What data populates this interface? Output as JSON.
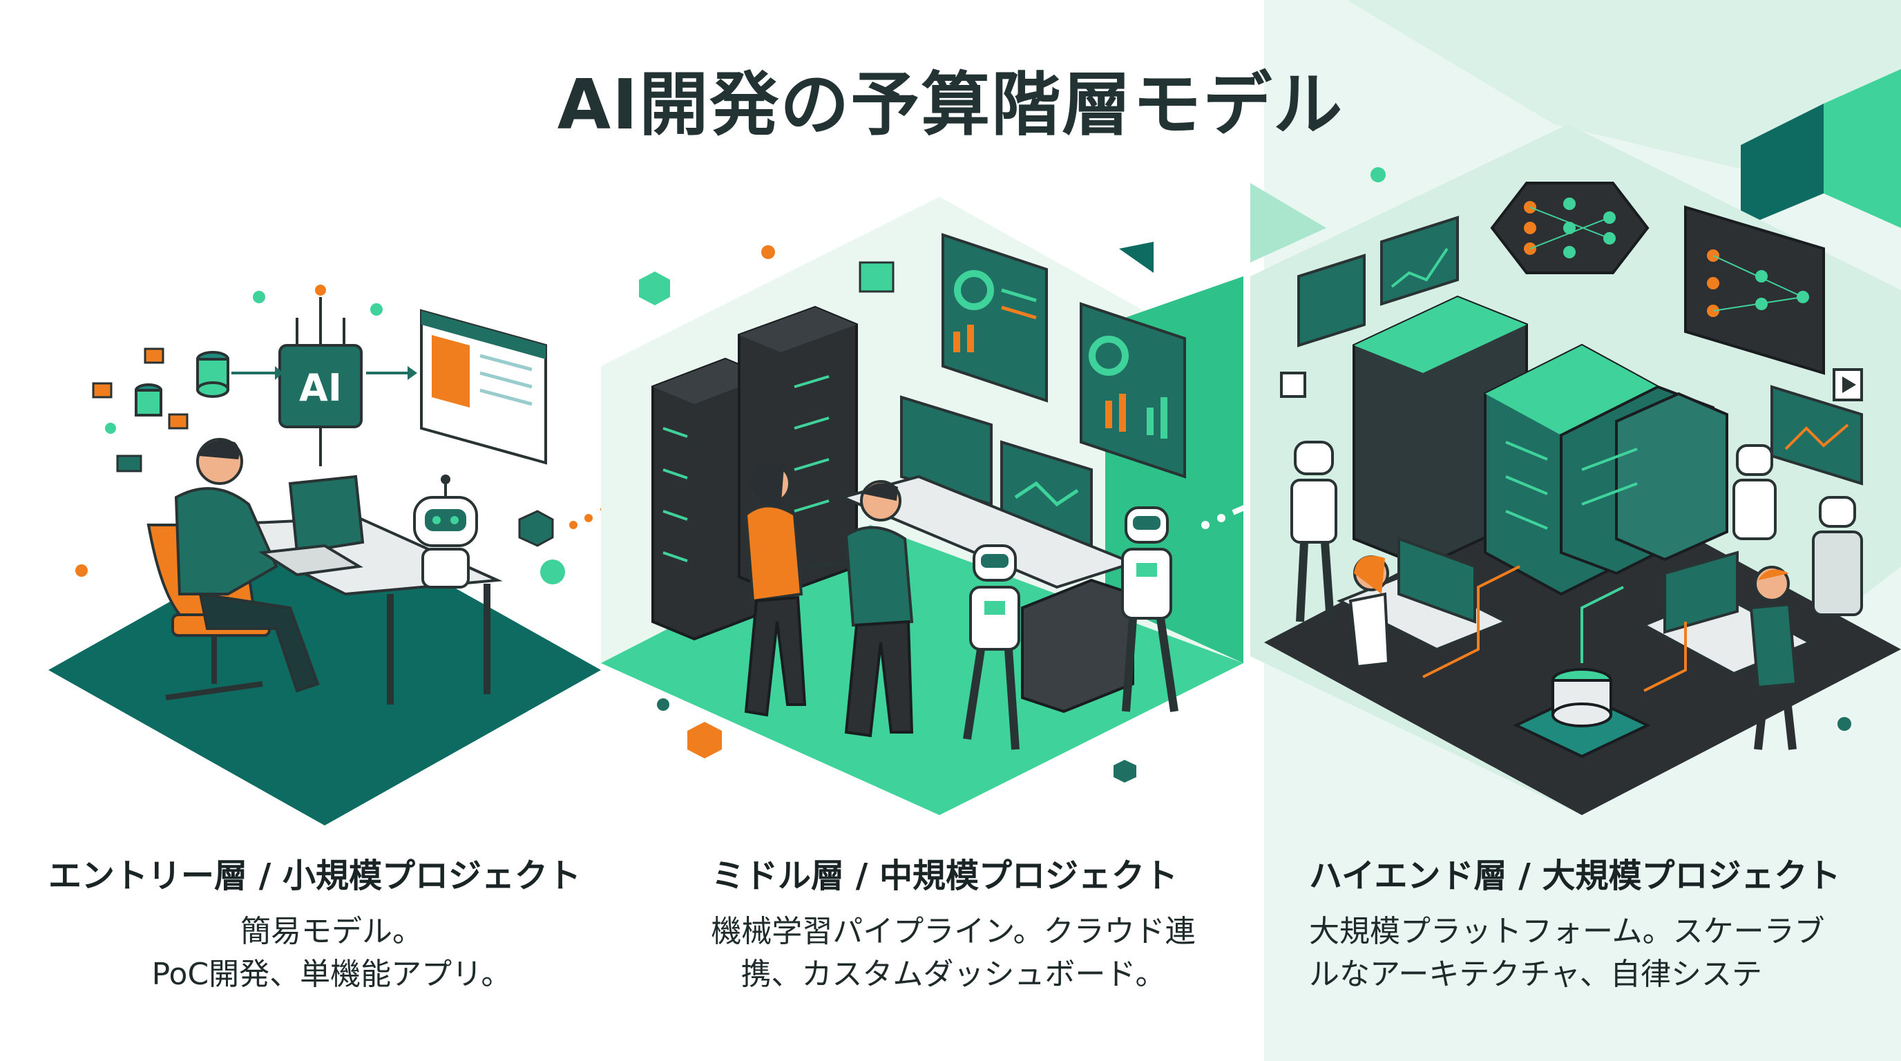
{
  "title": "AI開発の予算階層モデル",
  "colors": {
    "teal_dark": "#0e6b61",
    "teal": "#1f8a7e",
    "mint": "#3fd39b",
    "mint_light": "#cdf3e4",
    "orange": "#f07e1e",
    "charcoal": "#2c3033",
    "bg_pale": "#eaf7f2"
  },
  "icons": [
    "database-icon",
    "ai-chip-icon",
    "document-window-icon",
    "robot-icon",
    "server-rack-icon",
    "dashboard-icon",
    "neural-network-icon",
    "play-icon",
    "arrow-icon"
  ],
  "tiers": [
    {
      "heading": "エントリー層 / 小規模プロジェクト",
      "lines": [
        "簡易モデル。",
        "PoC開発、単機能アプリ。"
      ],
      "ai_label": "AI"
    },
    {
      "heading": "ミドル層 / 中規模プロジェクト",
      "lines": [
        "機械学習パイプライン。クラウド連",
        "携、カスタムダッシュボード。"
      ]
    },
    {
      "heading": "ハイエンド層 / 大規模プロジェクト",
      "lines": [
        "大規模プラットフォーム。スケーラブ",
        "ルなアーキテクチャ、自律システ"
      ]
    }
  ]
}
